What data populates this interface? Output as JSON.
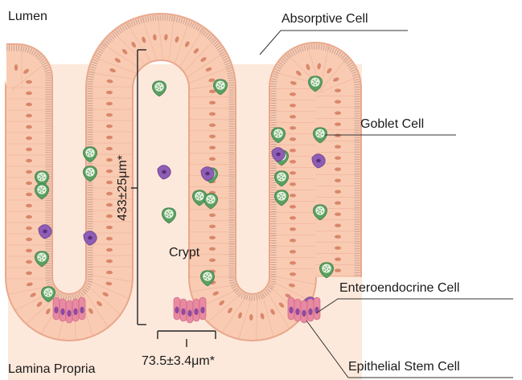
{
  "labels": {
    "lumen": "Lumen",
    "lamina_propria": "Lamina Propria",
    "absorptive_cell": "Absorptive Cell",
    "goblet_cell": "Goblet Cell",
    "crypt": "Crypt",
    "enteroendocrine_cell": "Enteroendocrine Cell",
    "epithelial_stem_cell": "Epithelial Stem Cell"
  },
  "measurements": {
    "crypt_depth": "433±25μm*",
    "crypt_width": "73.5±3.4μm*"
  },
  "colors": {
    "lamina_propria": "#fde9dc",
    "epithelium": "#f9cbb3",
    "cell_border": "#e9a88c",
    "nucleus": "#d9876a",
    "microvilli": "#c9a393",
    "goblet_cell": "#5aa061",
    "goblet_granule": "#e6f2e2",
    "enteroendocrine_cell": "#8e5db4",
    "stem_cell": "#e88aa2",
    "stem_nucleus": "#8e4aa0",
    "label_line": "#333333"
  },
  "icons": [
    "goblet-cell-icon",
    "enteroendocrine-cell-icon",
    "epithelial-stem-cell-icon"
  ]
}
